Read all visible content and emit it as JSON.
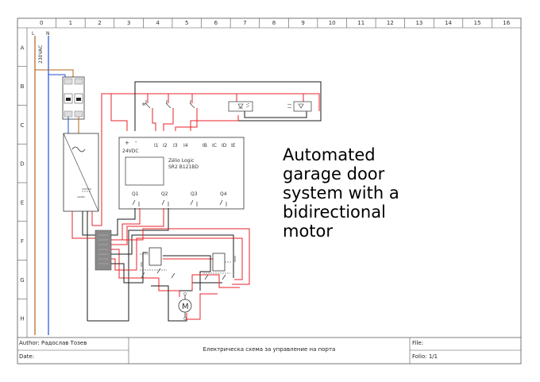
{
  "sheet": {
    "columns": [
      "0",
      "1",
      "2",
      "3",
      "4",
      "5",
      "6",
      "7",
      "8",
      "9",
      "10",
      "11",
      "12",
      "13",
      "14",
      "15",
      "16"
    ],
    "rows": [
      "A",
      "B",
      "C",
      "D",
      "E",
      "F",
      "G",
      "H"
    ]
  },
  "supply": {
    "phase": "L",
    "neutral": "N",
    "voltage": "230VAC"
  },
  "psu": {
    "label": "24VDC"
  },
  "plc": {
    "brand": "Zélio Logic",
    "model": "SR2 B121BD",
    "plus": "+",
    "minus": "-",
    "power_label": "24VDC",
    "inputs": [
      "I1",
      "I2",
      "I3",
      "I4",
      "IB",
      "IC",
      "ID",
      "IE"
    ],
    "outputs": [
      "Q1",
      "Q2",
      "Q3",
      "Q4"
    ]
  },
  "motor": {
    "symbol": "M"
  },
  "headline": [
    "Automated",
    "garage door",
    "system with a",
    "bidirectional",
    "motor"
  ],
  "title_block": {
    "author": "Author: Радослав Тозев",
    "date": "Date:",
    "description": "Електрическа схема за управление на порта",
    "file": "File:",
    "folio": "Folio: 1/1"
  },
  "colors": {
    "wire_red": "#e8232a",
    "wire_black": "#1a1a1a",
    "wire_blue": "#1f4fd6",
    "wire_brown": "#b5651d",
    "terminal_gray": "#8a8a8a"
  }
}
